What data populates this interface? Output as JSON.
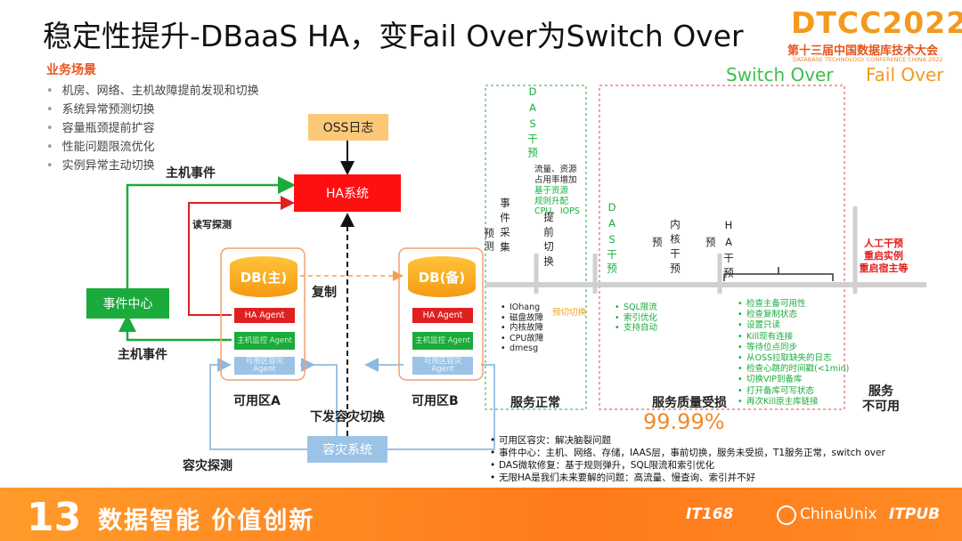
{
  "title": "稳定性提升-DBaaS HA，变Fail Over为Switch Over",
  "logo": {
    "main": "DTCC2022",
    "sub": "第十三届中国数据库技术大会",
    "tagline": "DATABASE TECHNOLOGY CONFERENCE CHINA 2022"
  },
  "business": {
    "title": "业务场景",
    "items": [
      "机房、网络、主机故障提前发现和切换",
      "系统异常预测切换",
      "容量瓶颈提前扩容",
      "性能问题限流优化",
      "实例异常主动切换"
    ]
  },
  "diagram": {
    "oss": "OSS日志",
    "ha_system": "HA系统",
    "host_event_top": "主机事件",
    "rw_probe": "读写探测",
    "event_center": "事件中心",
    "host_event_bottom": "主机事件",
    "db_master": "DB(主)",
    "db_slave": "DB(备)",
    "replicate": "复制",
    "ha_agent": "HA Agent",
    "host_monitor_agent": "主机监控 Agent",
    "az_dr_agent": "可用区容灾 Agent",
    "zone_a": "可用区A",
    "zone_b": "可用区B",
    "dispatch_dr_switch": "下发容灾切换",
    "dr_system": "容灾系统",
    "dr_probe": "容灾探测"
  },
  "timeline": {
    "switch_over": "Switch Over",
    "fail_over": "Fail Over",
    "das_top_vertical": "DAS干预",
    "das_top_items": [
      "流量、资源",
      "占用率增加"
    ],
    "das_top_green": [
      "基于资源",
      "规则升配",
      "CPU、IOPS"
    ],
    "event_collect_vertical": "事件采集",
    "detect": "预测",
    "pre_switch_vertical": "提前切换",
    "pre_switch_left_items": [
      "IOhang",
      "磁盘故障",
      "内核故障",
      "CPU故障",
      "dmesg"
    ],
    "pre_switch_orange": "预切切换",
    "das_mid_vertical": "DAS干预",
    "das_mid_items": [
      "SQL限流",
      "索引优化",
      "支持自动"
    ],
    "kernel_vertical": "内核干预",
    "kernel_pre": "预",
    "ha_vertical": "HA干预",
    "ha_pre": "预",
    "checks": [
      "检查主备可用性",
      "检查复制状态",
      "设置只读",
      "Kill现有连接",
      "等待位点同步",
      "从OSS拉取缺失的日志",
      "检查心跳的时间戳(<1min)",
      "切换VIP到备库",
      "打开备库可写状态",
      "再次Kill原主库链接"
    ],
    "manual": [
      "人工干预",
      "重启实例",
      "重启宿主等"
    ],
    "service_normal": "服务正常",
    "service_degraded": "服务质量受损",
    "availability": "99.99%",
    "service_unavailable": [
      "服务",
      "不可用"
    ]
  },
  "notes": [
    "可用区容灾：解决脑裂问题",
    "事件中心：主机、网络、存储，IAAS层，事前切换，服务未受损，T1服务正常，switch over",
    "DAS微软修复：基于规则弹升，SQL限流和索引优化",
    "无限HA是我们未来要解的问题：高流量、慢查询、索引并不好"
  ],
  "footer": {
    "slogan": "数据智能  价值创新",
    "partners": [
      "IT168",
      "ChinaUnix",
      "ITPUB"
    ]
  },
  "colors": {
    "orange": "#e8541c",
    "green": "#1aab3c",
    "red": "#e02020",
    "blue": "#9cc3e6"
  }
}
